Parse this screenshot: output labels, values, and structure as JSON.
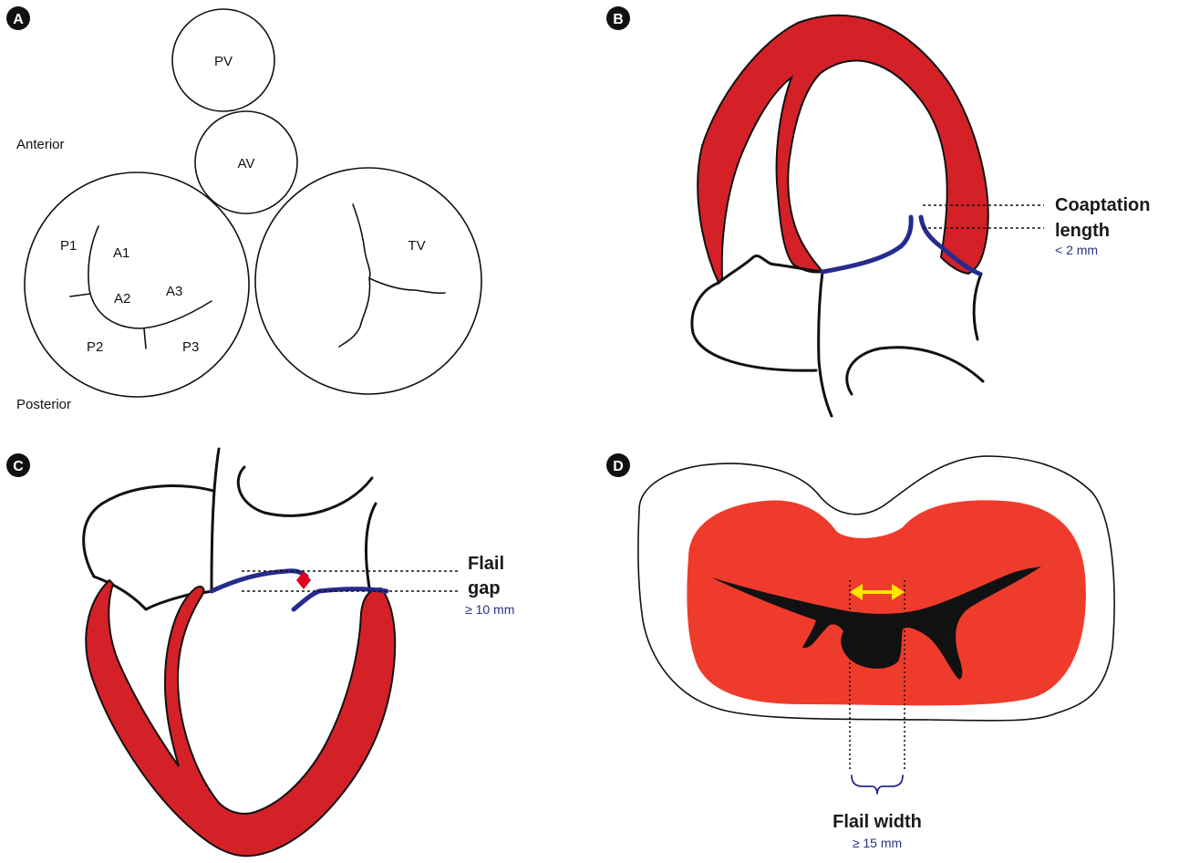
{
  "panels": {
    "a": {
      "badge": "A",
      "anterior": "Anterior",
      "posterior": "Posterior",
      "valves": {
        "pv": "PV",
        "av": "AV",
        "tv": "TV"
      },
      "scallops": {
        "p1": "P1",
        "a1": "A1",
        "a2": "A2",
        "a3": "A3",
        "p2": "P2",
        "p3": "P3"
      }
    },
    "b": {
      "badge": "B",
      "measure_line1": "Coaptation",
      "measure_line2": "length",
      "threshold": "< 2 mm"
    },
    "c": {
      "badge": "C",
      "measure_line1": "Flail",
      "measure_line2": "gap",
      "threshold": "≥ 10 mm"
    },
    "d": {
      "badge": "D",
      "measure_label": "Flail width",
      "threshold": "≥ 15 mm"
    }
  },
  "colors": {
    "myocardium": "#d42127",
    "leaflet": "#262b8e",
    "jet_region": "#ef3b2c",
    "jet_core": "#111111",
    "arrow": "#ffe600",
    "gap_marker": "#e3001b",
    "badge": "#111111"
  }
}
